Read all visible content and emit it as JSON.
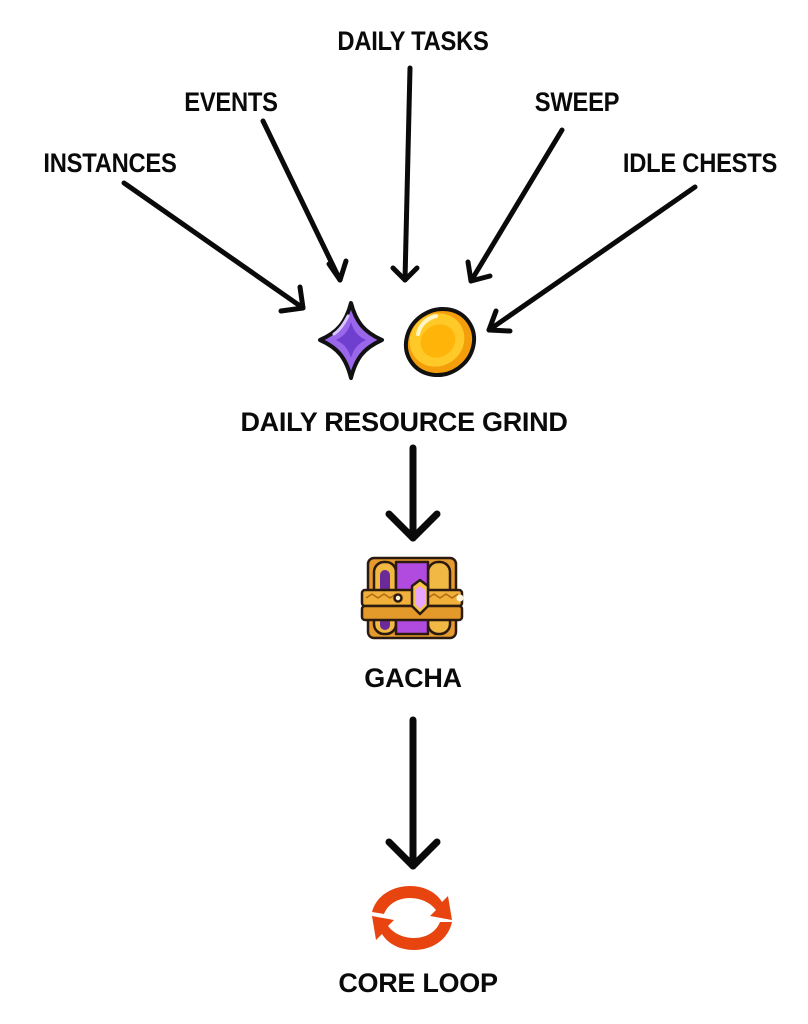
{
  "diagram": {
    "title": "Core loop flow",
    "sources": [
      {
        "id": "instances",
        "label": "INSTANCES"
      },
      {
        "id": "events",
        "label": "EVENTS"
      },
      {
        "id": "daily-tasks",
        "label": "DAILY TASKS"
      },
      {
        "id": "sweep",
        "label": "SWEEP"
      },
      {
        "id": "idle-chests",
        "label": "IDLE CHESTS"
      }
    ],
    "nodes": [
      {
        "id": "daily-resource-grind",
        "label": "DAILY RESOURCE GRIND",
        "icons": [
          "purple-gem-icon",
          "gold-coin-icon"
        ]
      },
      {
        "id": "gacha",
        "label": "GACHA",
        "icons": [
          "treasure-chest-icon"
        ]
      },
      {
        "id": "core-loop",
        "label": "CORE LOOP",
        "icons": [
          "refresh-cycle-icon"
        ]
      }
    ],
    "edges": [
      {
        "from": "instances",
        "to": "daily-resource-grind"
      },
      {
        "from": "events",
        "to": "daily-resource-grind"
      },
      {
        "from": "daily-tasks",
        "to": "daily-resource-grind"
      },
      {
        "from": "sweep",
        "to": "daily-resource-grind"
      },
      {
        "from": "idle-chests",
        "to": "daily-resource-grind"
      },
      {
        "from": "daily-resource-grind",
        "to": "gacha"
      },
      {
        "from": "gacha",
        "to": "core-loop"
      }
    ],
    "colors": {
      "gem": "#8a55e0",
      "coin": "#ffc21a",
      "chest_gold": "#f0b03a",
      "chest_purple": "#a63fd6",
      "loop": "#e8440f",
      "ink": "#0a0a0a"
    }
  }
}
